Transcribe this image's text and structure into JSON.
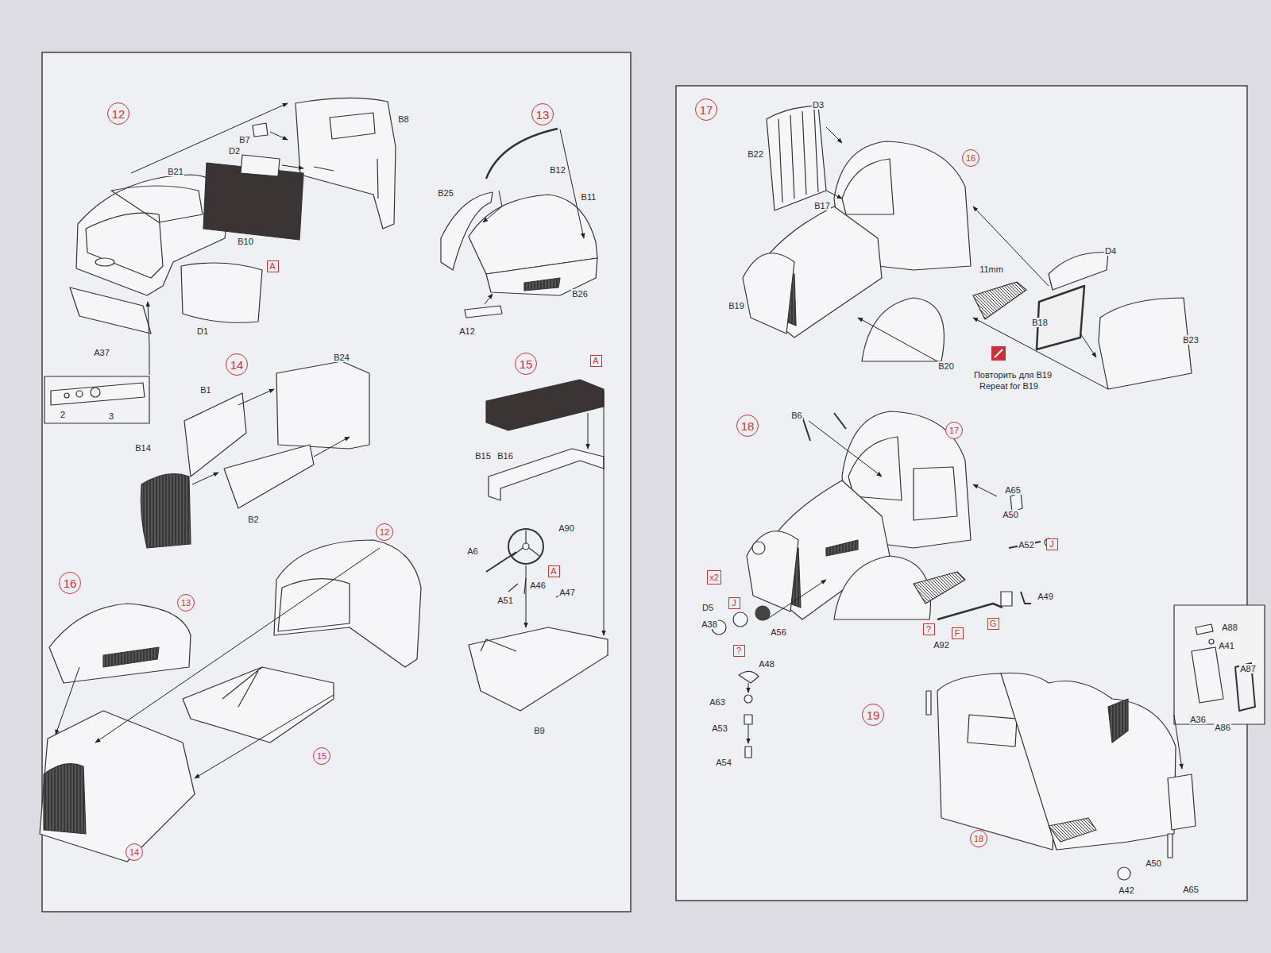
{
  "diagram": {
    "nodes": [
      {
        "text": [
          "12"
        ]
      },
      {
        "text": [
          "13"
        ]
      },
      {
        "text": [
          "A"
        ]
      },
      {
        "text": [
          "14"
        ]
      },
      {
        "text": [
          "15"
        ]
      },
      {
        "text": [
          "A"
        ]
      },
      {
        "text": [
          "A"
        ]
      },
      {
        "text": [
          "16"
        ]
      },
      {
        "text": [
          "12"
        ]
      },
      {
        "text": [
          "13"
        ]
      },
      {
        "text": [
          "15"
        ]
      },
      {
        "text": [
          "14"
        ]
      },
      {
        "text": [
          "17"
        ]
      },
      {
        "text": [
          "16"
        ]
      },
      {
        "text": [
          "18"
        ]
      },
      {
        "text": [
          "17"
        ]
      },
      {
        "text": [
          "x2"
        ]
      },
      {
        "text": [
          "J"
        ]
      },
      {
        "text": [
          "?"
        ]
      },
      {
        "text": [
          "J"
        ]
      },
      {
        "text": [
          "?"
        ]
      },
      {
        "text": [
          "F"
        ]
      },
      {
        "text": [
          "G"
        ]
      },
      {
        "text": [
          "19"
        ]
      },
      {
        "text": [
          "18"
        ]
      }
    ],
    "labels": [
      "B8",
      "B7",
      "D2",
      "B21",
      "B10",
      "D1",
      "A37",
      "2",
      "3",
      "B12",
      "B25",
      "B11",
      "B26",
      "A12",
      "B24",
      "B1",
      "B14",
      "B2",
      "B15",
      "B16",
      "A90",
      "A6",
      "A51",
      "A46",
      "A47",
      "B9",
      "D3",
      "B22",
      "B17",
      "B19",
      "11mm",
      "D4",
      "B18",
      "B23",
      "B20",
      "Повторить для B19",
      "Repeat for B19",
      "B6",
      "A65",
      "A50",
      "A52",
      "A49",
      "D5",
      "A38",
      "A56",
      "A48",
      "A63",
      "A53",
      "A54",
      "A92",
      "A88",
      "A41",
      "A87",
      "A36",
      "A86",
      "A50",
      "A42",
      "A65"
    ]
  }
}
